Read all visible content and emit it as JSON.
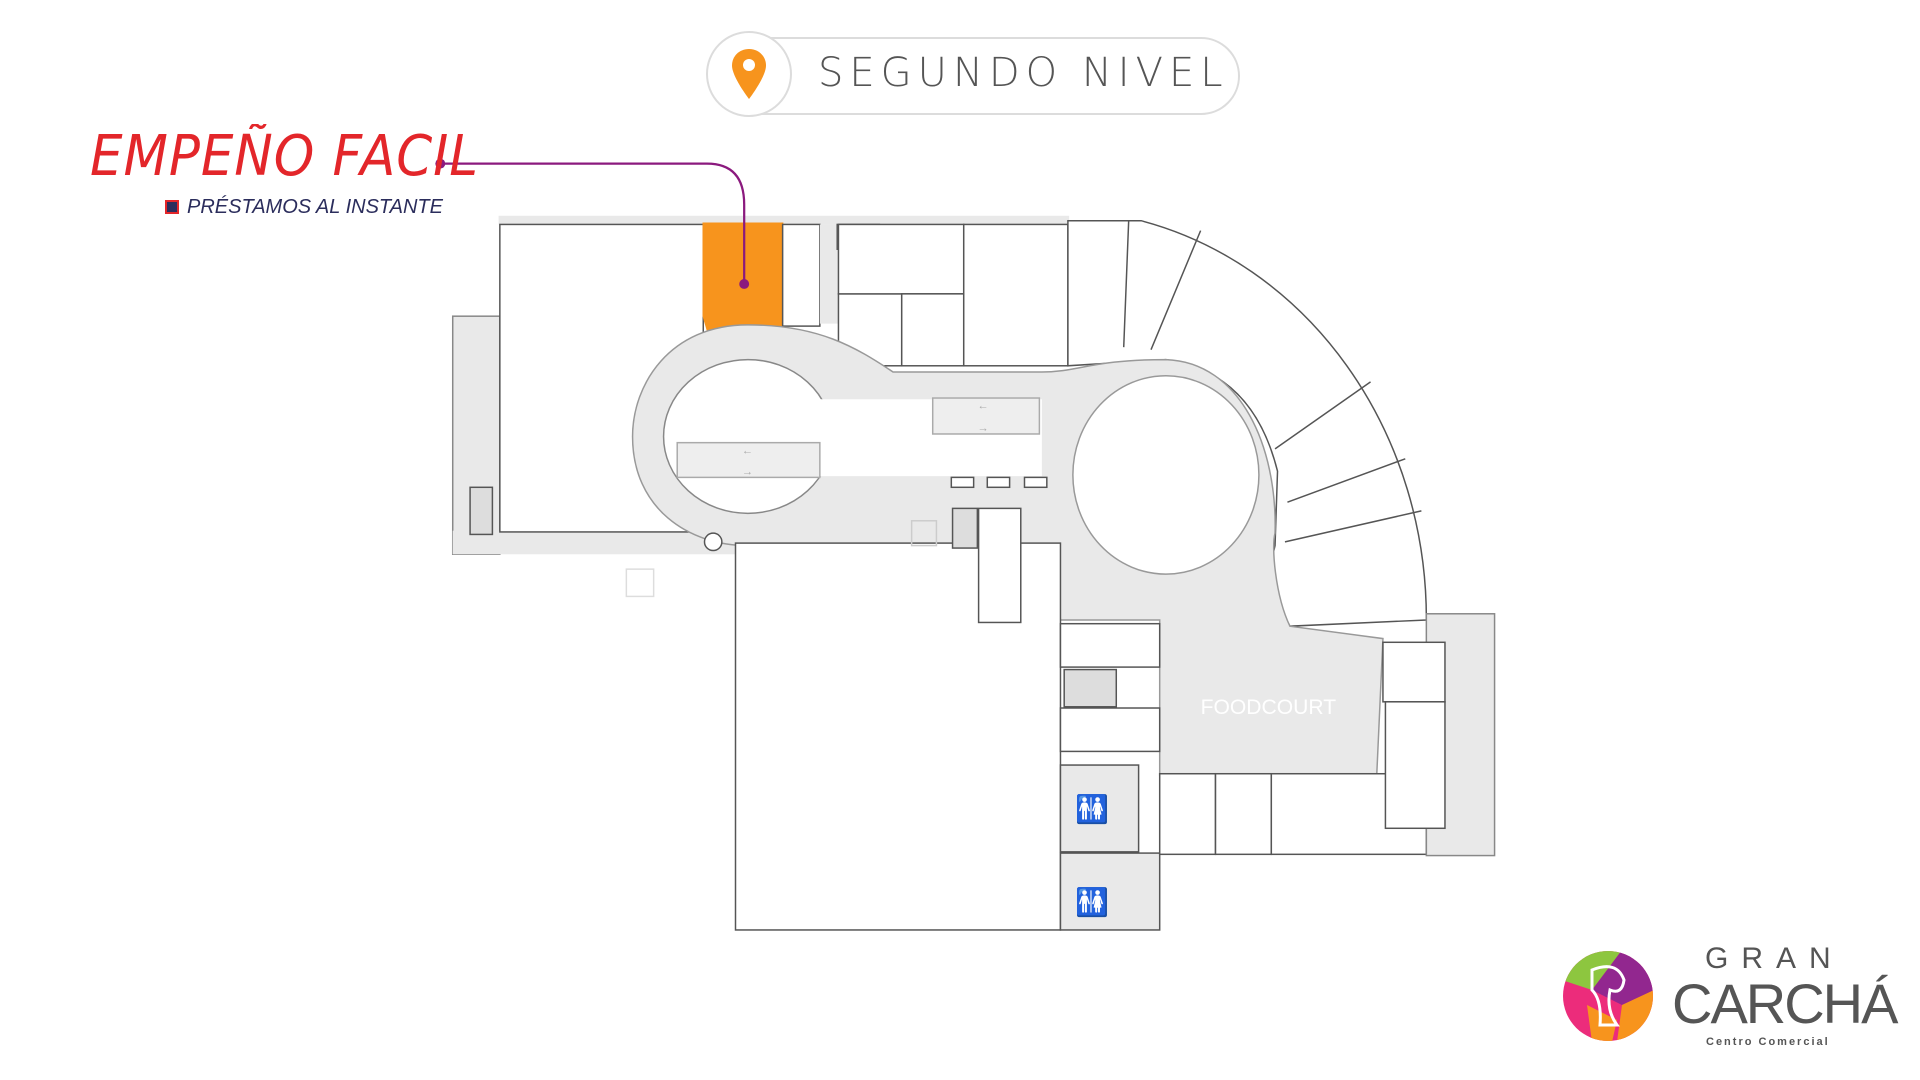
{
  "header": {
    "title": "SEGUNDO NIVEL",
    "icon": "map-pin-icon",
    "pin_color": "#f7941d"
  },
  "store": {
    "name": "EMPEÑO FACIL",
    "tagline": "PRÉSTAMOS AL INSTANTE",
    "highlight_color": "#f7941d",
    "leader_color": "#8b1a7e",
    "name_color": "#e3262a"
  },
  "map": {
    "foodcourt_label": "FOODCOURT",
    "escalator_left": "←",
    "escalator_right": "→"
  },
  "logo": {
    "line1": "GRAN",
    "line2": "CARCHÁ",
    "line3": "Centro Comercial"
  }
}
